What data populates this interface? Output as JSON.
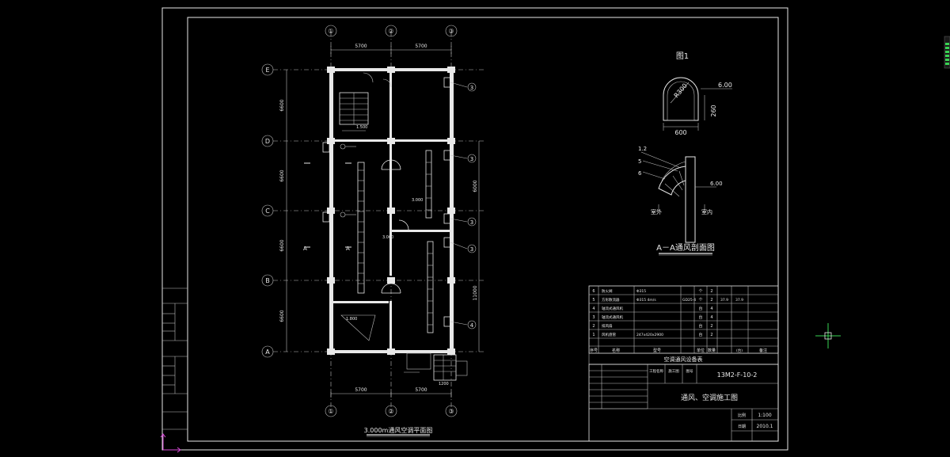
{
  "plan": {
    "title": "3.000m通风空调平面图",
    "axes_top": [
      "①",
      "②",
      "③"
    ],
    "axes_bottom": [
      "①",
      "②",
      "③"
    ],
    "axes_left": [
      "E",
      "D",
      "C",
      "B",
      "A"
    ],
    "dims_top": [
      "5700",
      "5700"
    ],
    "dims_bottom": [
      "5700",
      "5700"
    ],
    "dims_left": [
      "6600",
      "6600",
      "6600",
      "6600"
    ],
    "dims_right": [
      "6000",
      "11000"
    ],
    "elev_1": "3.000",
    "elev_2": "3.000",
    "elev_3": "1.800",
    "stair_dim": "1.500",
    "stair_dim_2": "1200",
    "room_marks": [
      "3",
      "3",
      "3",
      "3",
      "4"
    ],
    "section_mark_a": "A",
    "section_mark_a2": "A"
  },
  "detail1": {
    "title": "图1",
    "dim_r": "R300",
    "dim_top": "6.00",
    "dim_side": "260",
    "dim_width": "600"
  },
  "section": {
    "title": "A－A通风剖面图",
    "label_12": "1.2",
    "label_5": "5",
    "label_6": "6",
    "label_dim": "6.00",
    "outside": "室外",
    "inside": "室内"
  },
  "equipment": {
    "title": "空调通风设备表",
    "row_nums": [
      "6",
      "5",
      "4",
      "3",
      "2",
      "1"
    ],
    "col_headers": [
      "序号",
      "名称",
      "型号",
      "单位",
      "数量",
      "备注"
    ],
    "row_col2": [
      "防火阀",
      "方形散流器",
      "轴流式通风机",
      "轴流式通风机",
      "排风扇",
      "风机盘管"
    ],
    "row_col3": [
      "Φ315",
      "Φ315 4m/s",
      "",
      "",
      "",
      "247x420x2900"
    ],
    "row_units": [
      "个",
      "个",
      "台",
      "台",
      "台",
      "台"
    ],
    "row_qty": [
      "2",
      "2",
      "4",
      "4",
      "2",
      "2"
    ],
    "note_a": "GD25-4",
    "note_b": "37.9",
    "note_c": "37.9",
    "unit_total": "(台)"
  },
  "titleblock": {
    "drawing_no": "13M2-F-10-2",
    "drawing_name": "通风、空调施工图",
    "scale_label": "比例",
    "scale": "1:100",
    "date_label": "日期",
    "date": "2010.1",
    "proj_label": "工程名称",
    "stage": "施工图",
    "num_label": "图号"
  },
  "colors": {
    "line": "#e8e8e8",
    "cyan": "#4fd2d2",
    "green": "#39d353",
    "magenta": "#d64ad6"
  }
}
